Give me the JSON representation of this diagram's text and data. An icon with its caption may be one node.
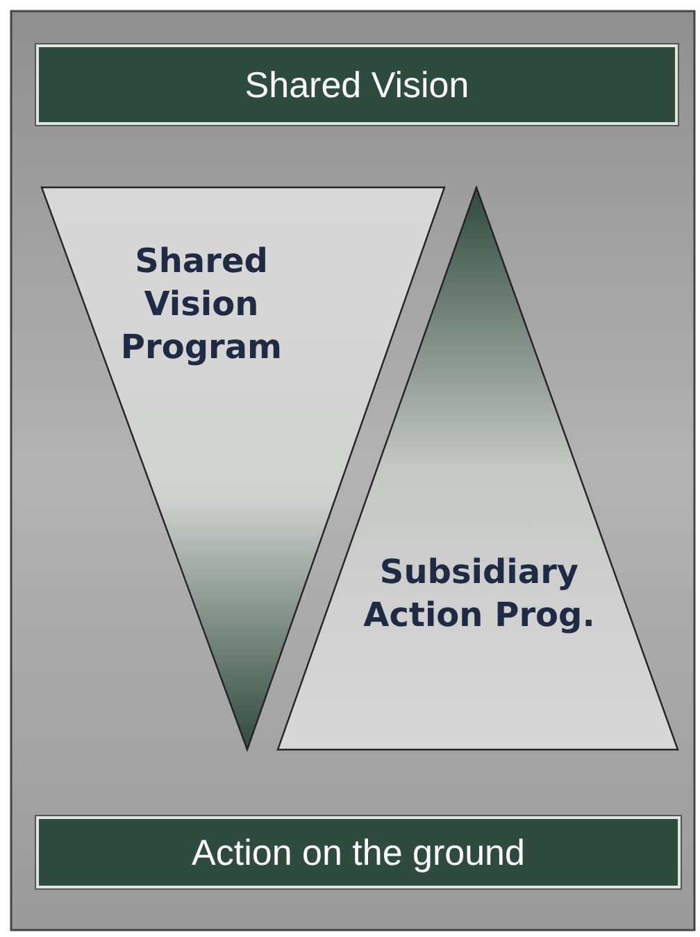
{
  "diagram": {
    "nodes": [
      {
        "text": [
          "Shared Vision"
        ]
      },
      {
        "text": [
          "Shared Vision Program"
        ]
      },
      {
        "text": [
          "Subsidiary Action Prog."
        ]
      },
      {
        "text": [
          "Action on the ground"
        ]
      }
    ]
  }
}
